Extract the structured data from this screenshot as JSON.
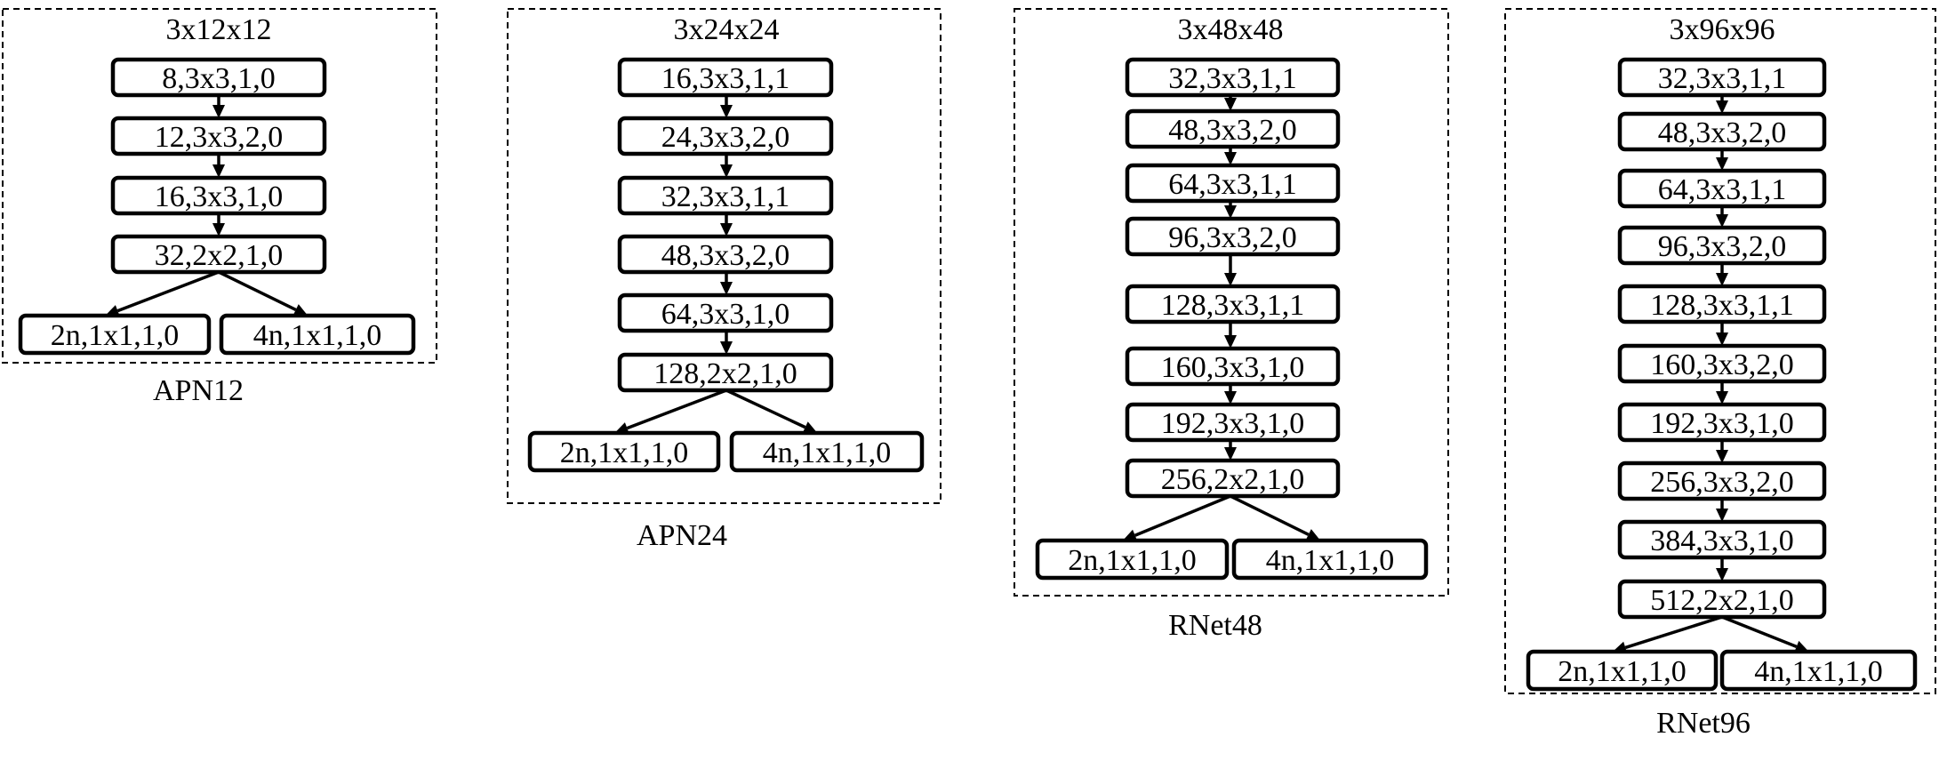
{
  "networks": [
    {
      "input": "3x12x12",
      "layers": [
        "8,3x3,1,0",
        "12,3x3,2,0",
        "16,3x3,1,0",
        "32,2x2,1,0"
      ],
      "outputs": [
        "2n,1x1,1,0",
        "4n,1x1,1,0"
      ],
      "caption": "APN12"
    },
    {
      "input": "3x24x24",
      "layers": [
        "16,3x3,1,1",
        "24,3x3,2,0",
        "32,3x3,1,1",
        "48,3x3,2,0",
        "64,3x3,1,0",
        "128,2x2,1,0"
      ],
      "outputs": [
        "2n,1x1,1,0",
        "4n,1x1,1,0"
      ],
      "caption": "APN24"
    },
    {
      "input": "3x48x48",
      "layers": [
        "32,3x3,1,1",
        "48,3x3,2,0",
        "64,3x3,1,1",
        "96,3x3,2,0",
        "128,3x3,1,1",
        "160,3x3,1,0",
        "192,3x3,1,0",
        "256,2x2,1,0"
      ],
      "outputs": [
        "2n,1x1,1,0",
        "4n,1x1,1,0"
      ],
      "caption": "RNet48"
    },
    {
      "input": "3x96x96",
      "layers": [
        "32,3x3,1,1",
        "48,3x3,2,0",
        "64,3x3,1,1",
        "96,3x3,2,0",
        "128,3x3,1,1",
        "160,3x3,2,0",
        "192,3x3,1,0",
        "256,3x3,2,0",
        "384,3x3,1,0",
        "512,2x2,1,0"
      ],
      "outputs": [
        "2n,1x1,1,0",
        "4n,1x1,1,0"
      ],
      "caption": "RNet96"
    }
  ]
}
